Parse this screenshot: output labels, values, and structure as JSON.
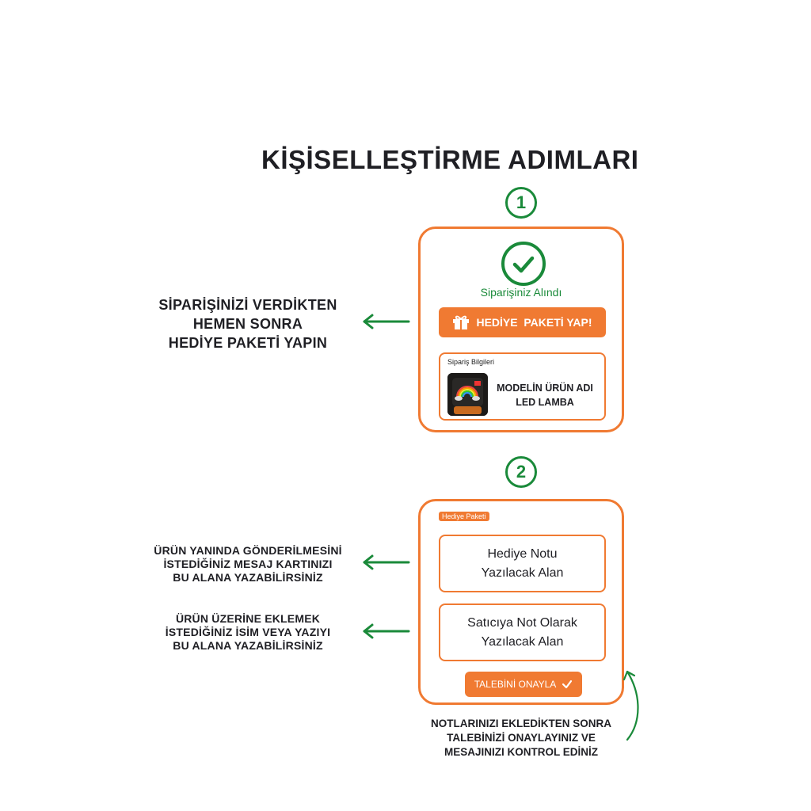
{
  "title": "KİŞİSELLEŞTİRME ADIMLARI",
  "steps": [
    {
      "number": "1"
    },
    {
      "number": "2"
    }
  ],
  "step1": {
    "status_text": "Siparişiniz Alındı",
    "gift_button_label": "HEDİYE  PAKETİ YAP!",
    "order_info_label": "Sipariş Bilgileri",
    "product_name": "MODELİN ÜRÜN ADI\nLED LAMBA",
    "side_note": "SİPARİŞİNİZİ VERDİKTEN\nHEMEN SONRA\nHEDİYE PAKETİ YAPIN"
  },
  "step2": {
    "tag_label": "Hediye Paketi",
    "gift_note_field": "Hediye Notu\nYazılacak Alan",
    "seller_note_field": "Satıcıya Not Olarak\nYazılacak Alan",
    "confirm_button_label": "TALEBİNİ ONAYLA",
    "side_note_1": "ÜRÜN YANINDA GÖNDERİLMESİNİ\nİSTEDİĞİNİZ MESAJ KARTINIZI\nBU ALANA YAZABİLİRSİNİZ",
    "side_note_2": "ÜRÜN ÜZERİNE EKLEMEK\nİSTEDİĞİNİZ İSİM VEYA YAZIYI\nBU ALANA YAZABİLİRSİNİZ",
    "bottom_note": "NOTLARINIZI EKLEDİKTEN SONRA\nTALEBİNİZİ ONAYLAYINIZ VE\nMESAJINIZI KONTROL EDİNİZ"
  },
  "icons": {
    "check": "check-circle-icon",
    "gift": "gift-icon",
    "arrow": "arrow-left-icon",
    "confirm_check": "checkmark-icon",
    "curved_arrow": "curved-arrow-up-icon"
  },
  "colors": {
    "accent_orange": "#f07a32",
    "accent_green": "#1a8a3a",
    "text_dark": "#1f1f24"
  }
}
